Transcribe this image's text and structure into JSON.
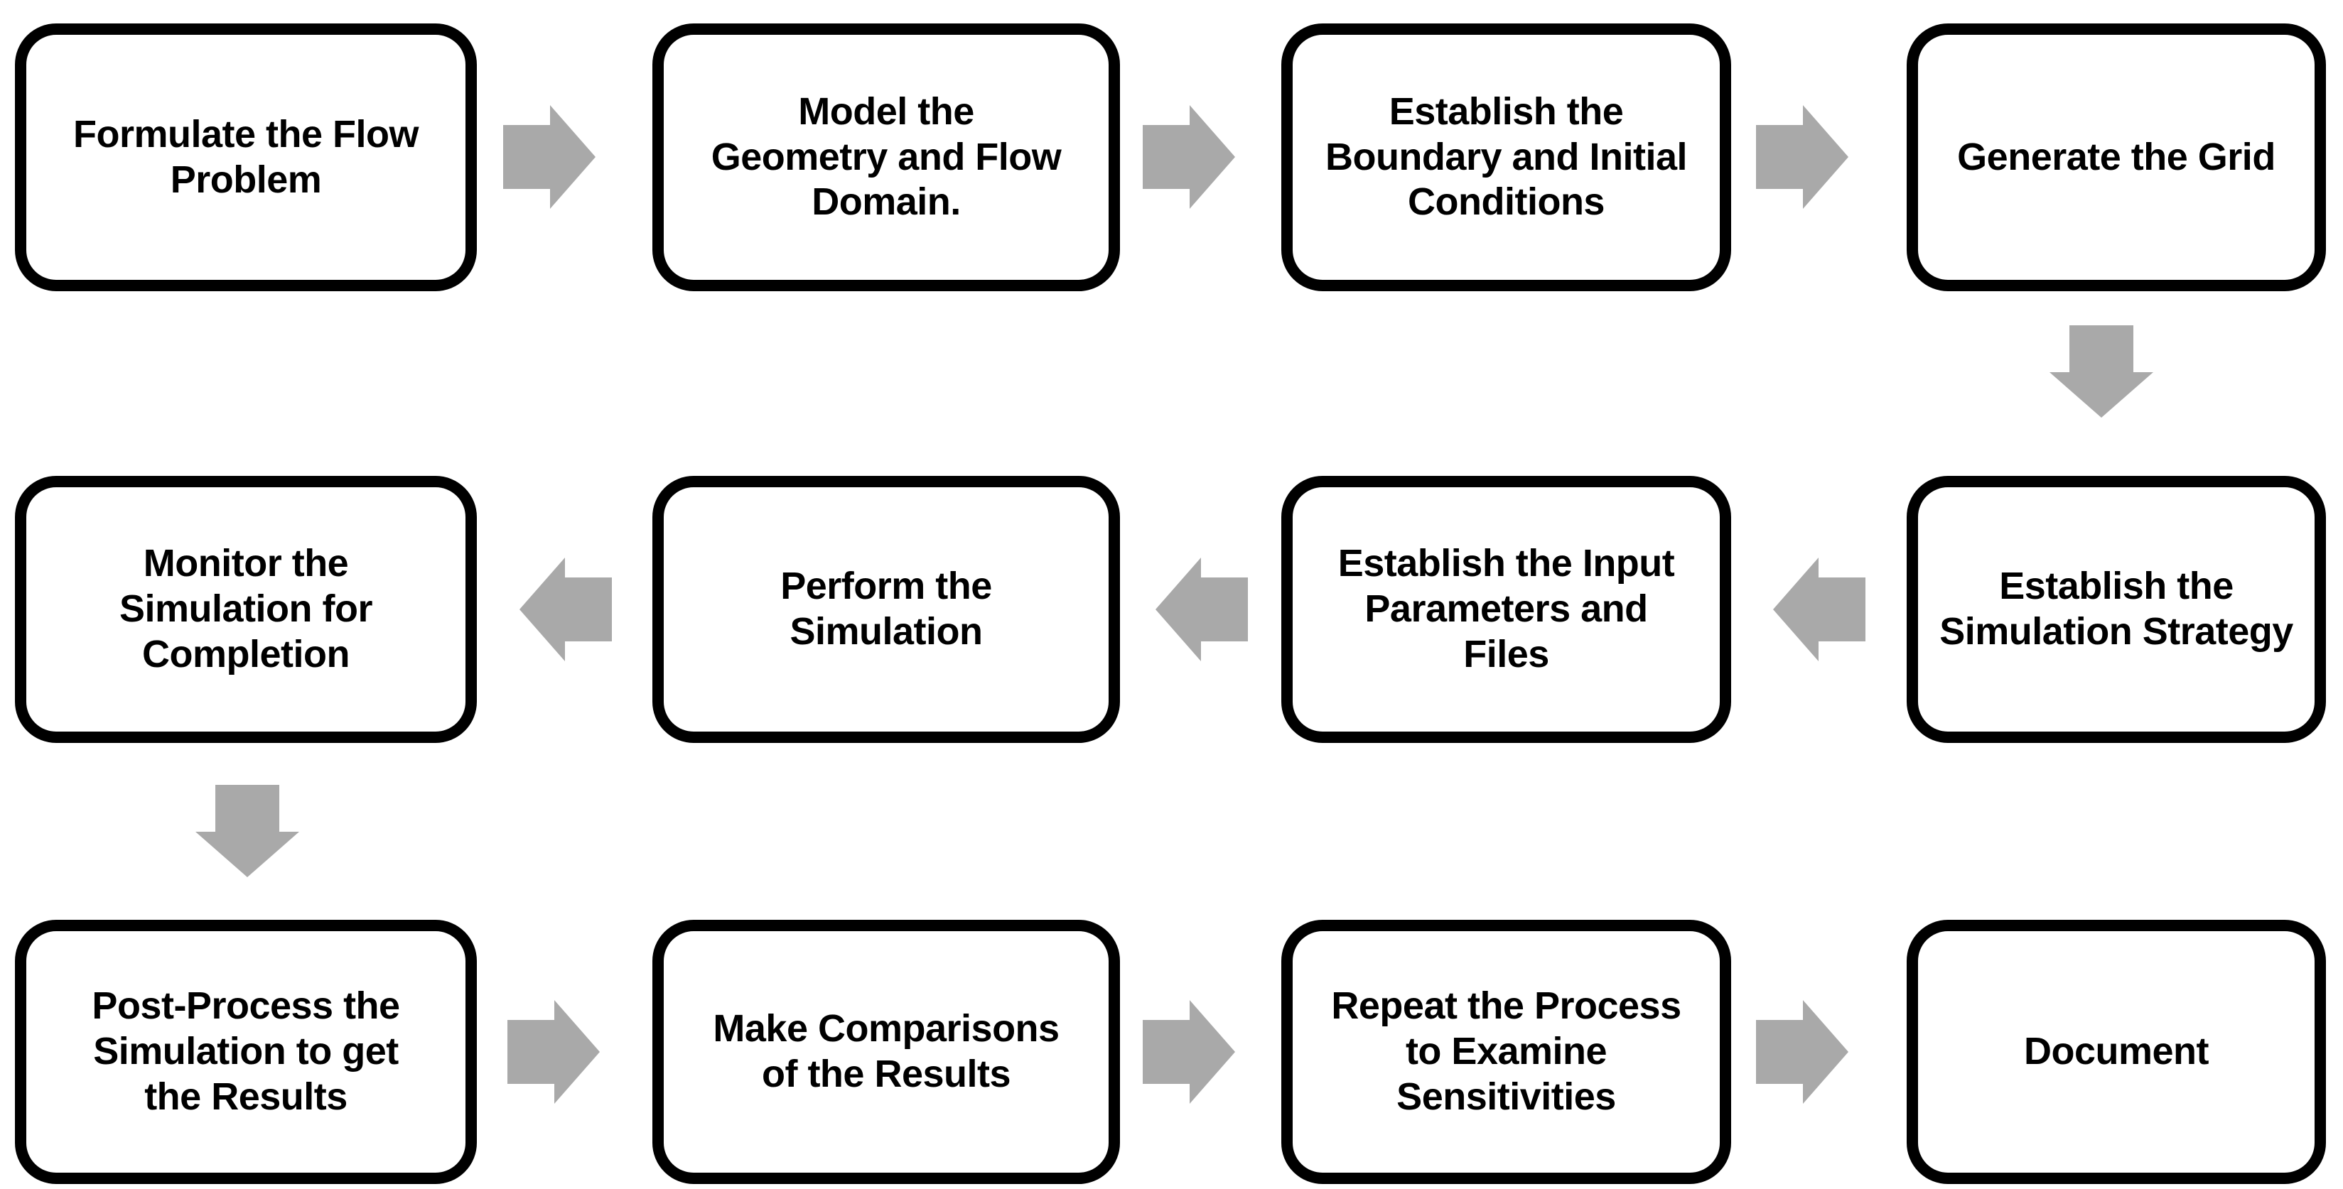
{
  "diagram": {
    "type": "flowchart",
    "subject": "simulation process flow",
    "background": "#ffffff",
    "colors": {
      "box_fill": "#ffffff",
      "box_border": "#000000",
      "label_text": "#000000",
      "arrow_fill": "#a9a9a9"
    },
    "rows": [
      {
        "flow": "left-to-right",
        "steps": [
          {
            "label": "Formulate the Flow\nProblem"
          },
          {
            "label": "Model the\nGeometry and Flow\nDomain."
          },
          {
            "label": "Establish the\nBoundary and Initial\nConditions"
          },
          {
            "label": "Generate the Grid"
          }
        ]
      },
      {
        "flow": "right-to-left",
        "steps": [
          {
            "label": "Establish the\nSimulation Strategy"
          },
          {
            "label": "Establish the Input\nParameters and\nFiles"
          },
          {
            "label": "Perform the\nSimulation"
          },
          {
            "label": "Monitor the\nSimulation for\nCompletion"
          }
        ]
      },
      {
        "flow": "left-to-right",
        "steps": [
          {
            "label": "Post-Process the\nSimulation to get\nthe Results"
          },
          {
            "label": "Make Comparisons\nof the Results"
          },
          {
            "label": "Repeat the Process\nto Examine\nSensitivities"
          },
          {
            "label": "Document"
          }
        ]
      }
    ],
    "between_row_connectors": [
      {
        "from_row": 1,
        "to_row": 2,
        "column": "rightmost",
        "direction": "down"
      },
      {
        "from_row": 2,
        "to_row": 3,
        "column": "leftmost",
        "direction": "down"
      }
    ]
  }
}
